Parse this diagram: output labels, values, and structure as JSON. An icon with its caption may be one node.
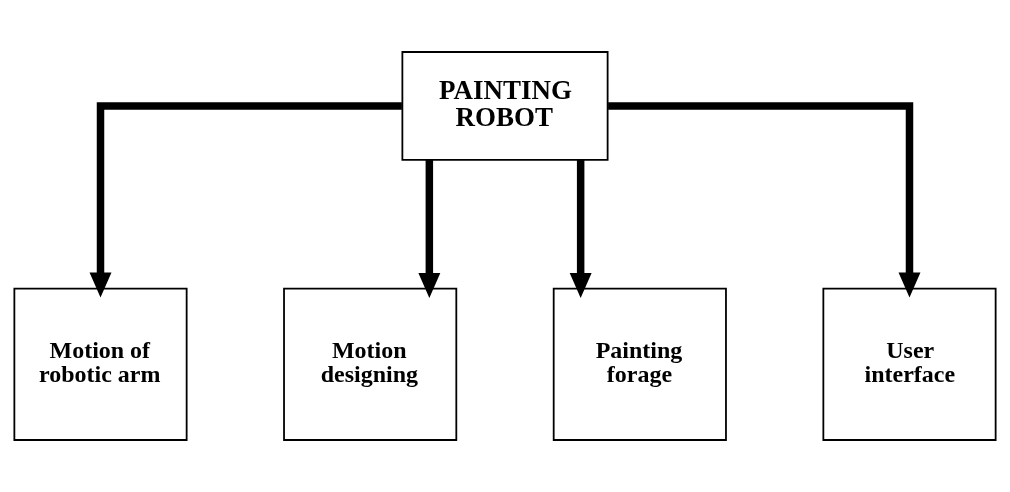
{
  "diagram": {
    "nodes": [
      {
        "text": [
          "PAINTING ROBOT"
        ]
      },
      {
        "text": [
          "Motion of robotic arm"
        ]
      },
      {
        "text": [
          "Motion designing"
        ]
      },
      {
        "text": [
          "Painting forage"
        ]
      },
      {
        "text": [
          "User interface"
        ]
      }
    ],
    "edges": [
      {
        "from": 0,
        "to": 1,
        "arrow": "to"
      },
      {
        "from": 0,
        "to": 2,
        "arrow": "to"
      },
      {
        "from": 0,
        "to": 3,
        "arrow": "to"
      },
      {
        "from": 0,
        "to": 4,
        "arrow": "to"
      }
    ]
  }
}
